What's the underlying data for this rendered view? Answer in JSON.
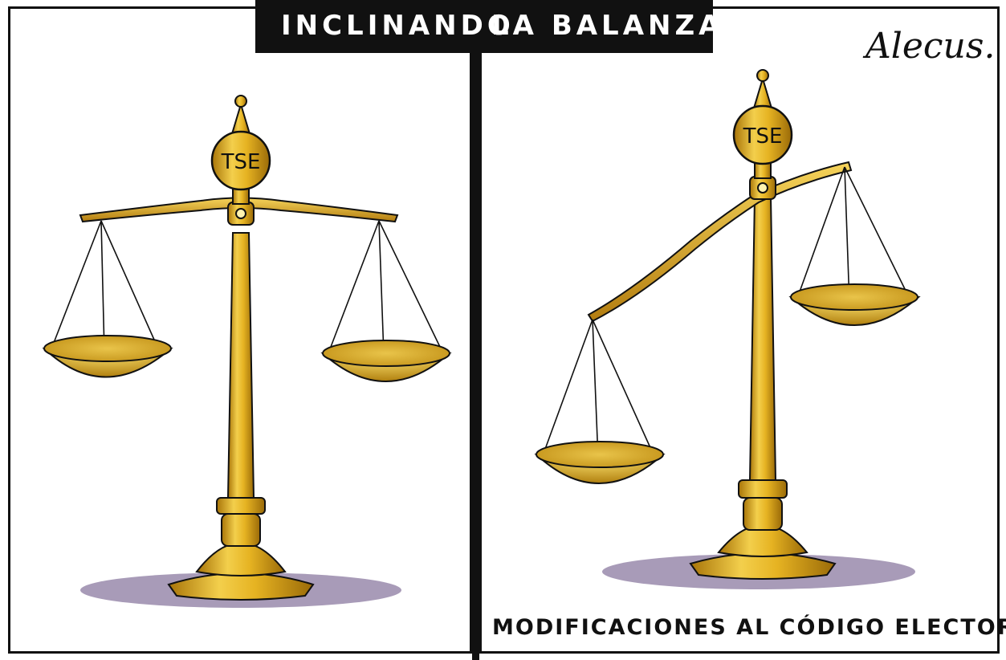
{
  "header": {
    "title_left": "INCLINANDO",
    "title_right": "LA BALANZA"
  },
  "signature": "Alecus.",
  "panels": [
    {
      "badge": "TSE",
      "state": "balanced"
    },
    {
      "badge": "TSE",
      "state": "tilted"
    }
  ],
  "caption": "MODIFICACIONES AL CÓDIGO ELECTORAL",
  "colors": {
    "gold": "#e8b824",
    "gold_dark": "#b07f0e",
    "shadow": "#a89bb8",
    "ink": "#111111"
  }
}
